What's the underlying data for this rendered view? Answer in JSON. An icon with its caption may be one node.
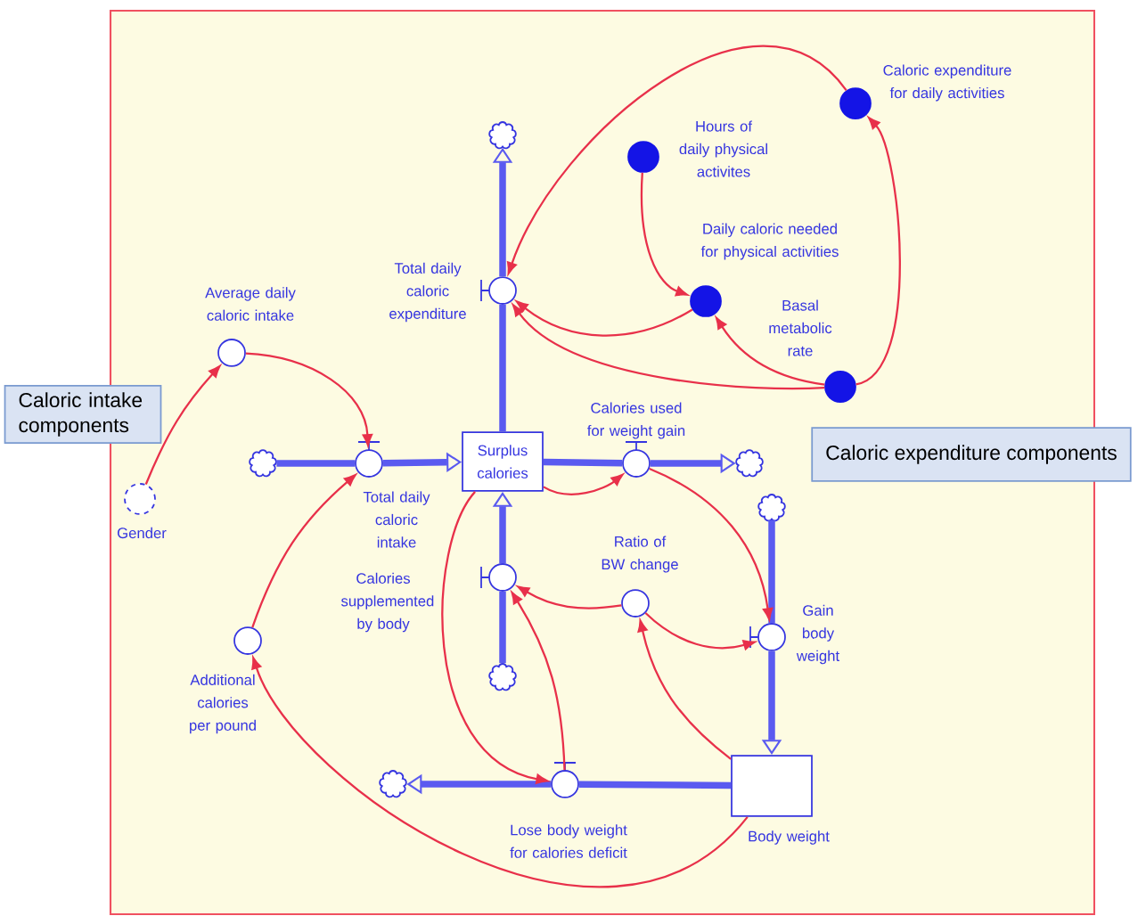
{
  "diagram": {
    "nodes": [
      {
        "text": [
          "Caloric intake components"
        ]
      },
      {
        "text": [
          "Caloric expenditure components"
        ]
      },
      {
        "text": [
          "Average daily caloric intake"
        ]
      },
      {
        "text": [
          "Gender"
        ]
      },
      {
        "text": [
          "Total daily caloric intake"
        ]
      },
      {
        "text": [
          "Surplus calories"
        ]
      },
      {
        "text": [
          "Total daily caloric expenditure"
        ]
      },
      {
        "text": [
          "Caloric expenditure for daily activities"
        ]
      },
      {
        "text": [
          "Hours of daily physical activites"
        ]
      },
      {
        "text": [
          "Daily caloric needed for physical activities"
        ]
      },
      {
        "text": [
          "Basal metabolic rate"
        ]
      },
      {
        "text": [
          "Calories used for weight gain"
        ]
      },
      {
        "text": [
          "Ratio of BW change"
        ]
      },
      {
        "text": [
          "Calories supplemented by body"
        ]
      },
      {
        "text": [
          "Gain body weight"
        ]
      },
      {
        "text": [
          "Additional calories per pound"
        ]
      },
      {
        "text": [
          "Lose body weight for calories deficit"
        ]
      },
      {
        "text": [
          "Body weight"
        ]
      },
      {
        "text": [],
        "shape": "cloud"
      },
      {
        "text": [],
        "shape": "cloud"
      },
      {
        "text": [],
        "shape": "cloud"
      },
      {
        "text": [],
        "shape": "cloud"
      },
      {
        "text": [],
        "shape": "cloud"
      },
      {
        "text": [],
        "shape": "cloud"
      }
    ],
    "edges": [
      {
        "from": 18,
        "to": 4,
        "arrow": "none",
        "style": "thick",
        "color": "#5a5af0"
      },
      {
        "from": 4,
        "to": 5,
        "arrow": "to",
        "style": "thick",
        "color": "#5a5af0"
      },
      {
        "from": 5,
        "to": 6,
        "arrow": "none",
        "style": "thick",
        "color": "#5a5af0"
      },
      {
        "from": 6,
        "to": 19,
        "arrow": "to",
        "style": "thick",
        "color": "#5a5af0"
      },
      {
        "from": 5,
        "to": 11,
        "arrow": "none",
        "style": "thick",
        "color": "#5a5af0"
      },
      {
        "from": 11,
        "to": 20,
        "arrow": "to",
        "style": "thick",
        "color": "#5a5af0"
      },
      {
        "from": 21,
        "to": 14,
        "arrow": "none",
        "style": "thick",
        "color": "#5a5af0"
      },
      {
        "from": 14,
        "to": 17,
        "arrow": "to",
        "style": "thick",
        "color": "#5a5af0"
      },
      {
        "from": 22,
        "to": 13,
        "arrow": "none",
        "style": "thick",
        "color": "#5a5af0"
      },
      {
        "from": 13,
        "to": 5,
        "arrow": "to",
        "style": "thick",
        "color": "#5a5af0"
      },
      {
        "from": 17,
        "to": 16,
        "arrow": "none",
        "style": "thick",
        "color": "#5a5af0"
      },
      {
        "from": 16,
        "to": 23,
        "arrow": "to",
        "style": "thick",
        "color": "#5a5af0"
      },
      {
        "from": 3,
        "to": 2,
        "arrow": "to"
      },
      {
        "from": 2,
        "to": 4,
        "arrow": "to"
      },
      {
        "from": 15,
        "to": 4,
        "arrow": "to"
      },
      {
        "from": 17,
        "to": 15,
        "arrow": "to"
      },
      {
        "from": 5,
        "to": 11,
        "arrow": "to"
      },
      {
        "from": 5,
        "to": 16,
        "arrow": "to"
      },
      {
        "from": 11,
        "to": 14,
        "arrow": "to"
      },
      {
        "from": 12,
        "to": 13,
        "arrow": "to"
      },
      {
        "from": 12,
        "to": 14,
        "arrow": "to"
      },
      {
        "from": 17,
        "to": 12,
        "arrow": "to"
      },
      {
        "from": 16,
        "to": 13,
        "arrow": "to"
      },
      {
        "from": 7,
        "to": 6,
        "arrow": "to"
      },
      {
        "from": 10,
        "to": 7,
        "arrow": "to"
      },
      {
        "from": 8,
        "to": 9,
        "arrow": "to"
      },
      {
        "from": 10,
        "to": 9,
        "arrow": "to"
      },
      {
        "from": 9,
        "to": 6,
        "arrow": "to"
      },
      {
        "from": 10,
        "to": 6,
        "arrow": "to"
      }
    ]
  }
}
